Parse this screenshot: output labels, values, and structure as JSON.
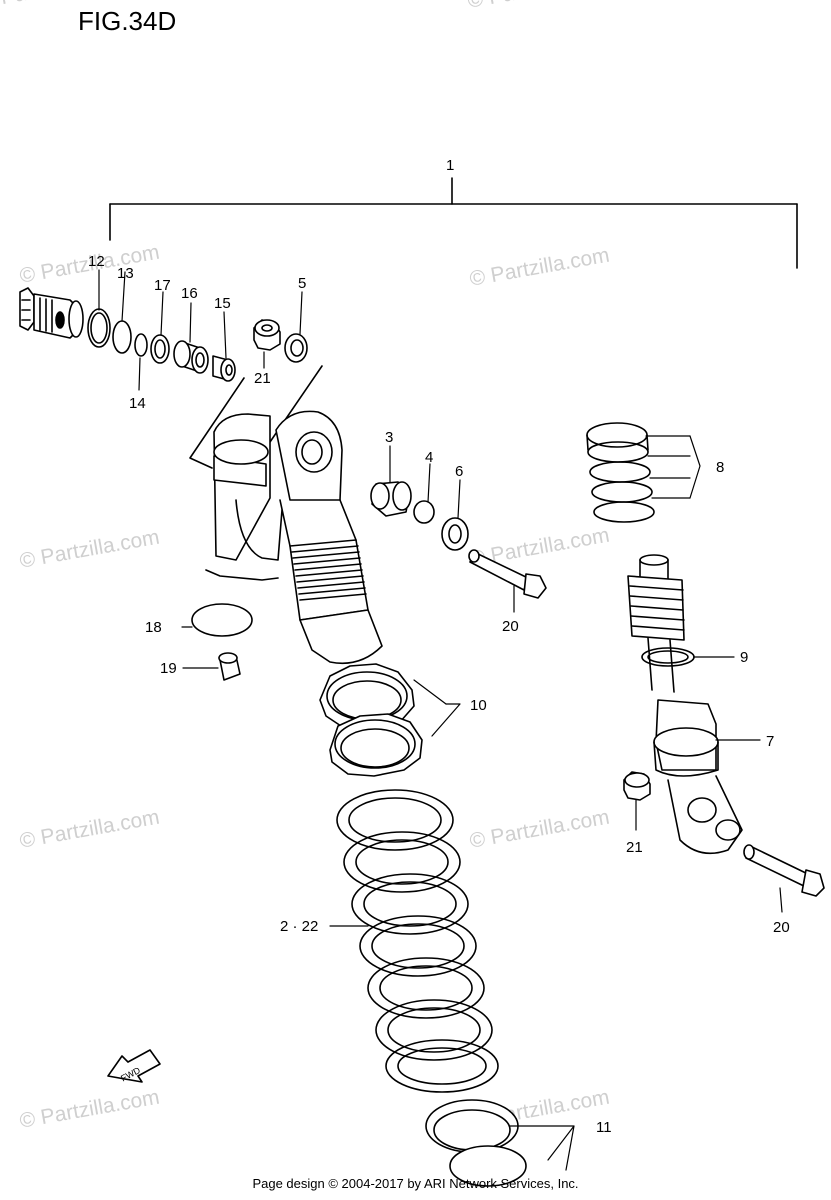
{
  "figure": {
    "title": "FIG.34D"
  },
  "watermark": "© Partzilla.com",
  "footer": "Page design © 2004-2017 by ARI Network Services, Inc.",
  "fwd_label": "FWD",
  "callouts": {
    "c1": "1",
    "c2_22": "2 · 22",
    "c3": "3",
    "c4": "4",
    "c5": "5",
    "c6": "6",
    "c7": "7",
    "c8": "8",
    "c9": "9",
    "c10": "10",
    "c11": "11",
    "c12": "12",
    "c13": "13",
    "c14": "14",
    "c15": "15",
    "c16": "16",
    "c17": "17",
    "c18": "18",
    "c19": "19",
    "c20a": "20",
    "c20b": "20",
    "c21a": "21",
    "c21b": "21"
  }
}
